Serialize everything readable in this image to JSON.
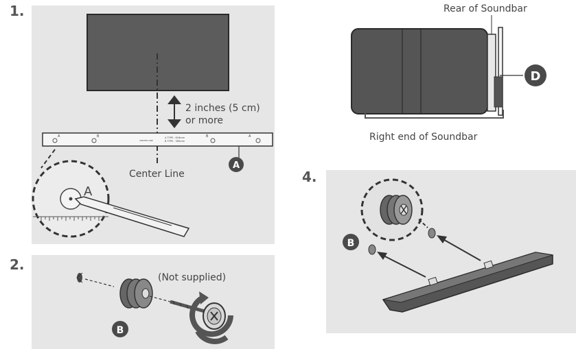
{
  "steps": {
    "step1": "1.",
    "step2": "2.",
    "step4": "4."
  },
  "labels": {
    "two_inches": "2 inches (5 cm)",
    "or_more": "or more",
    "center_line": "Center Line",
    "rear_of_soundbar": "Rear of Soundbar",
    "right_end_of_soundbar": "Right end of Soundbar",
    "not_supplied": "(Not supplied)"
  },
  "callouts": {
    "a": "A",
    "b": "B",
    "d": "D"
  },
  "template": {
    "mark_a": "A",
    "mark_b": "B",
    "center_text": "CENTER LINE",
    "type_a": "A TYPE : 616mm",
    "type_b": "B TYPE : 360mm"
  }
}
